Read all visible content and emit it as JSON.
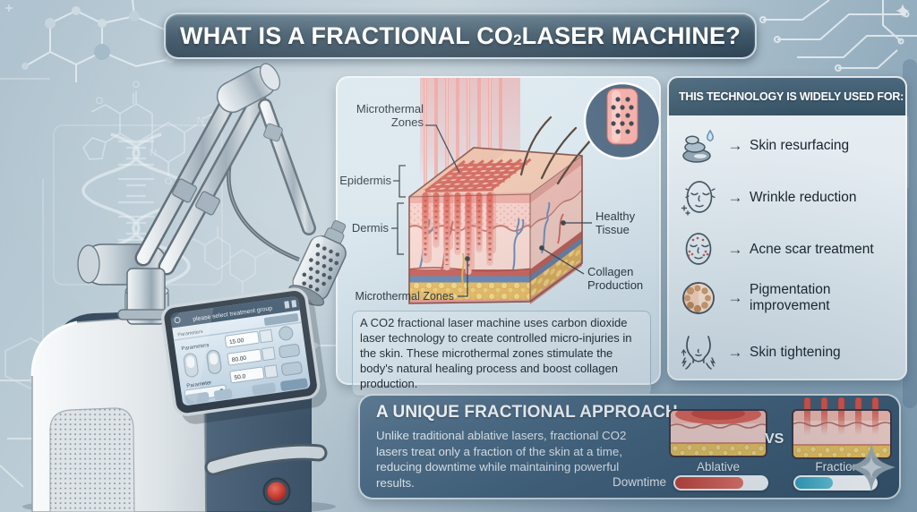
{
  "title": {
    "pre": "WHAT IS A FRACTIONAL CO",
    "sub": "2",
    "post": " LASER MACHINE?"
  },
  "skin_diagram": {
    "labels": {
      "microthermal_top": "Microthermal Zones",
      "epidermis": "Epidermis",
      "dermis": "Dermis",
      "healthy_tissue": "Healthy Tissue",
      "collagen": "Collagen Production",
      "microthermal_bottom": "Microthermal Zones"
    },
    "description": "A CO2 fractional laser machine uses carbon dioxide laser technology to create controlled micro-injuries in the skin. These microthermal zones stimulate the body's natural healing process and boost collagen production."
  },
  "uses_panel": {
    "header": "THIS TECHNOLOGY IS WIDELY USED FOR:",
    "arrow": "→",
    "items": [
      {
        "icon": "massage-stones-drop-icon",
        "label": "Skin resurfacing"
      },
      {
        "icon": "face-wrinkle-icon",
        "label": "Wrinkle reduction"
      },
      {
        "icon": "face-acne-icon",
        "label": "Acne scar treatment"
      },
      {
        "icon": "pigmentation-circle-icon",
        "label": "Pigmentation improvement"
      },
      {
        "icon": "neck-tightening-icon",
        "label": "Skin tightening"
      }
    ]
  },
  "approach_panel": {
    "heading": "A UNIQUE FRACTIONAL APPROACH",
    "body": "Unlike traditional ablative lasers, fractional CO2 lasers treat only a fraction of the skin at a time, reducing downtime while maintaining powerful results.",
    "vs": "VS",
    "ablative_label": "Ablative",
    "fractional_label": "Fractional",
    "downtime_label": "Downtime",
    "downtime_ablative_pct": 72,
    "downtime_fractional_pct": 45
  },
  "machine": {
    "screen": {
      "header": "please select treatment group",
      "tab": "Parameters",
      "param_top": "Parameters",
      "param_bottom": "Parameter",
      "field1": "15.00",
      "field2": "80.00",
      "field3": "50.0"
    }
  },
  "colors": {
    "banner": "#3e5768",
    "panel_header": "#3d5a6e",
    "laser_red": "#dd5448",
    "fractional_cyan": "#3fb3cc"
  }
}
